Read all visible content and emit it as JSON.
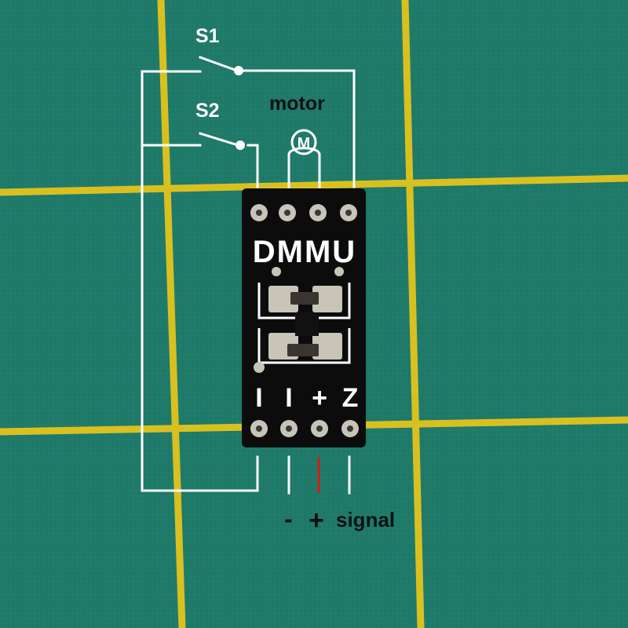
{
  "labels": {
    "s1": "S1",
    "s2": "S2",
    "motor": "motor",
    "motor_symbol": "M",
    "minus": "-",
    "plus": "+",
    "signal": "signal"
  },
  "board": {
    "silkscreen": "DMMU",
    "pin_marks": [
      "I",
      "I",
      "+",
      "Z"
    ]
  },
  "colors": {
    "cutting_mat": "#1f7a6a",
    "grid_line": "#d9c020",
    "pcb": "#0c0c0c",
    "pad": "#c8c4b8",
    "wire": "#ffffff",
    "wire_positive": "#d81818",
    "label_dark": "#111111"
  }
}
